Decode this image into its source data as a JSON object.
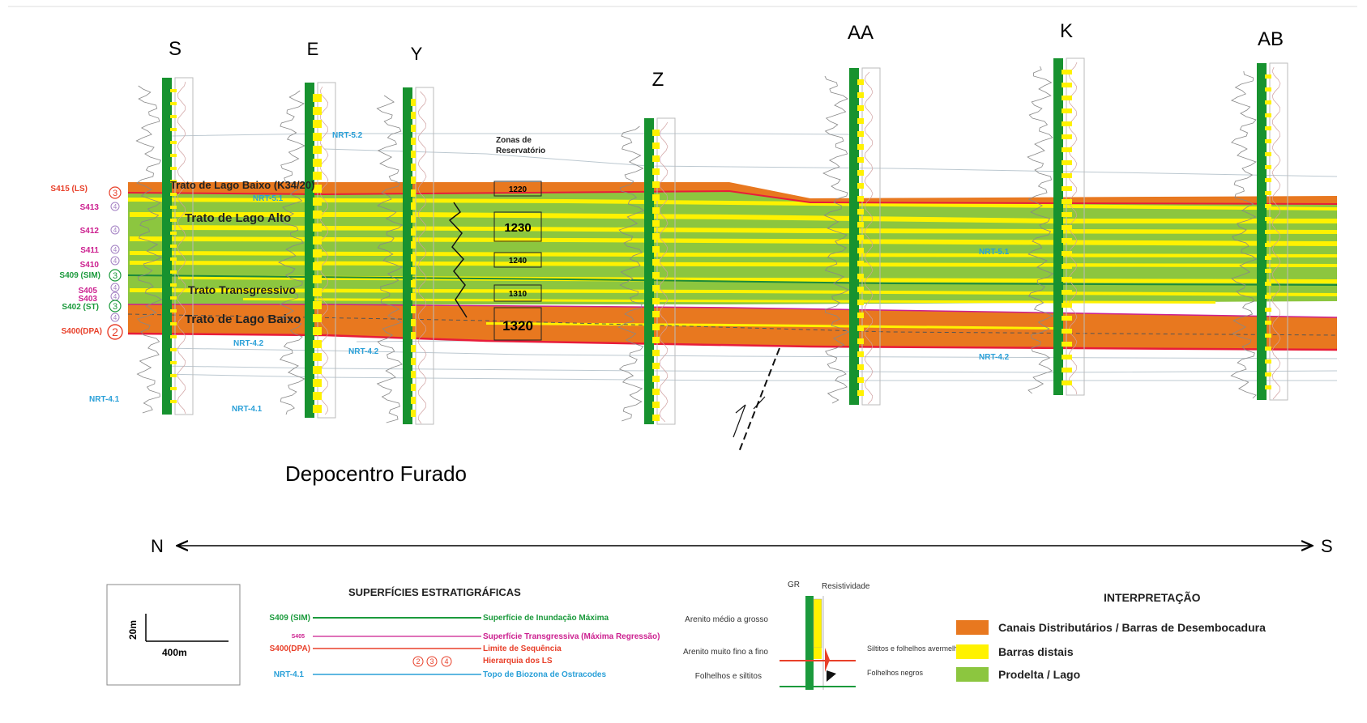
{
  "wells": [
    {
      "name": "S"
    },
    {
      "name": "E"
    },
    {
      "name": "Y"
    },
    {
      "name": "Z"
    },
    {
      "name": "AA"
    },
    {
      "name": "K"
    },
    {
      "name": "AB"
    }
  ],
  "surfaces": [
    {
      "code": "S415 (LS)",
      "order": "3",
      "color": "#e8402a"
    },
    {
      "code": "S413",
      "order": "4",
      "color": "#cc1f8f"
    },
    {
      "code": "S412",
      "order": "4",
      "color": "#cc1f8f"
    },
    {
      "code": "S411",
      "order": "4",
      "color": "#cc1f8f"
    },
    {
      "code": "S410",
      "order": "4",
      "color": "#cc1f8f"
    },
    {
      "code": "S409 (SIM)",
      "order": "3",
      "color": "#1b9a3c"
    },
    {
      "code": "S405",
      "order": "4",
      "color": "#cc1f8f"
    },
    {
      "code": "S403",
      "order": "4",
      "color": "#cc1f8f"
    },
    {
      "code": "S402 (ST)",
      "order": "3",
      "color": "#1b9a3c"
    },
    {
      "code": "",
      "order": "4",
      "color": "#cc1f8f"
    },
    {
      "code": "S400(DPA)",
      "order": "2",
      "color": "#e8402a"
    }
  ],
  "tracts": [
    "Trato de Lago Baixo (K34/20)",
    "Trato de Lago Alto",
    "Trato Transgressivo",
    "Trato de Lago Baixo"
  ],
  "nrt_labels": [
    "NRT-5.2",
    "NRT-5.1",
    "NRT-5.1",
    "NRT-4.2",
    "NRT-4.2",
    "NRT-4.2",
    "NRT-4.1",
    "NRT-4.1"
  ],
  "reservoir": {
    "title_line1": "Zonas de",
    "title_line2": "Reservatório",
    "zones": [
      "1220",
      "1230",
      "1240",
      "1310",
      "1320"
    ]
  },
  "depocenter": "Depocentro Furado",
  "orientation": {
    "left": "N",
    "right": "S"
  },
  "scale": {
    "vertical": "20m",
    "horizontal": "400m"
  },
  "legend_surfaces": {
    "title": "SUPERFÍCIES ESTRATIGRÁFICAS",
    "items": [
      {
        "code": "S409 (SIM)",
        "desc": "Superfície de Inundação Máxima",
        "color": "#1b9a3c"
      },
      {
        "code": "S405",
        "desc": "Superfície Transgressiva (Máxima Regressão)",
        "color": "#cc1f8f"
      },
      {
        "code": "S400(DPA)",
        "desc": "Limite de Sequência",
        "color": "#e8402a"
      },
      {
        "code": "",
        "desc": "Hierarquia dos LS",
        "color": "#e8402a",
        "orders": [
          "2",
          "3",
          "4"
        ]
      },
      {
        "code": "NRT-4.1",
        "desc": "Topo de Biozona de Ostracodes",
        "color": "#2aa0d8"
      }
    ]
  },
  "legend_log": {
    "gr": "GR",
    "res": "Resistividade",
    "left": [
      "Arenito médio a grosso",
      "Arenito muito fino a fino",
      "Folhelhos e siltitos"
    ],
    "right": [
      "Siltitos e folhelhos avermelhados",
      "Folhelhos negros"
    ]
  },
  "legend_interp": {
    "title": "INTERPRETAÇÃO",
    "items": [
      {
        "label": "Canais Distributários / Barras de Desembocadura",
        "color": "#e8781f"
      },
      {
        "label": "Barras distais",
        "color": "#fff200"
      },
      {
        "label": "Prodelta / Lago",
        "color": "#8cc63f"
      }
    ]
  }
}
